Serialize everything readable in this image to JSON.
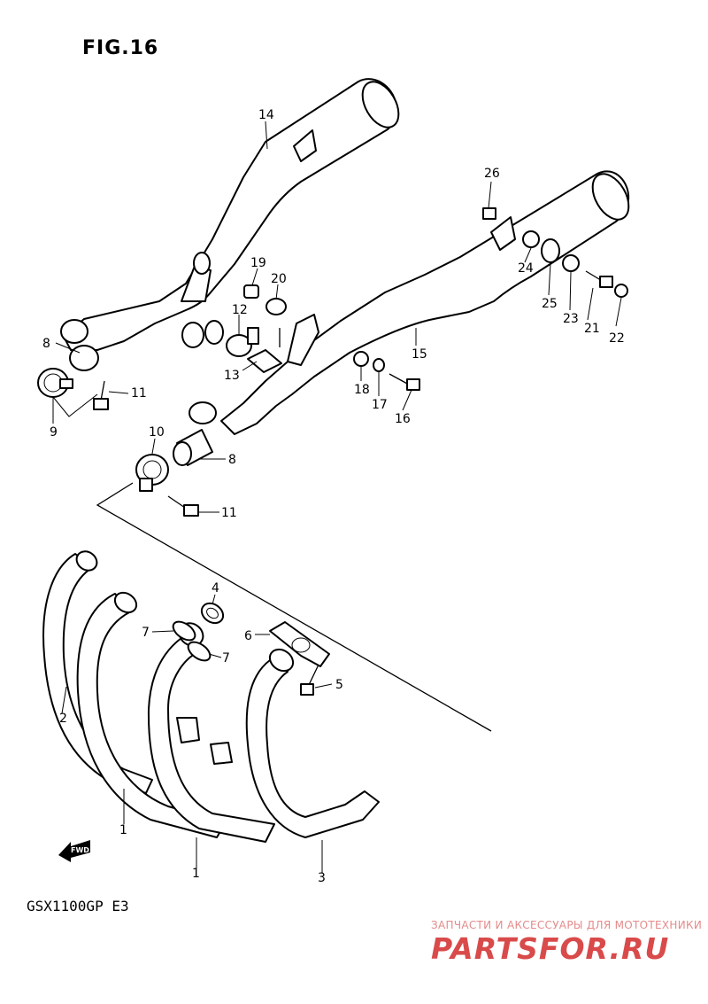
{
  "figure": {
    "title": "FIG.16",
    "model": "GSX1100GP  E3"
  },
  "watermark": {
    "subtitle": "ЗАПЧАСТИ И АКСЕССУАРЫ ДЛЯ МОТОТЕХНИКИ",
    "logo": "PARTSFOR.RU"
  },
  "fwd_arrow": {
    "label": "FWD"
  },
  "callouts": [
    "14",
    "26",
    "19",
    "20",
    "12",
    "8",
    "11",
    "9",
    "13",
    "24",
    "25",
    "23",
    "21",
    "22",
    "15",
    "18",
    "17",
    "16",
    "10",
    "8",
    "11",
    "4",
    "7",
    "6",
    "7",
    "5",
    "2",
    "1",
    "1",
    "3"
  ]
}
